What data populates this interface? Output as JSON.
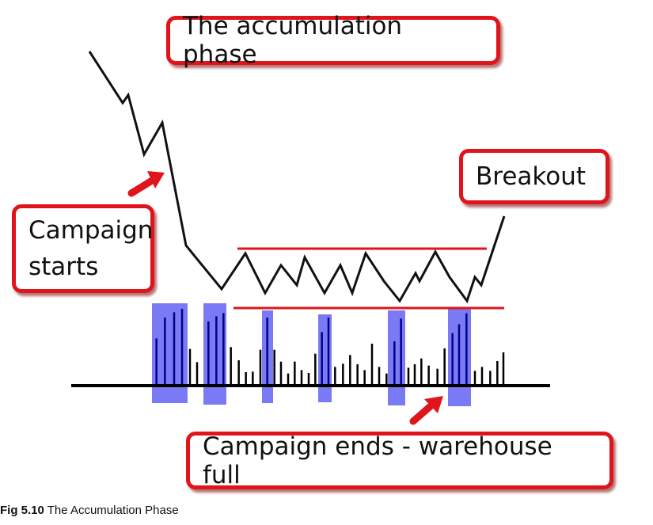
{
  "labels": {
    "title": "The accumulation phase",
    "breakout": "Breakout",
    "campaign_starts": "Campaign starts",
    "campaign_ends": "Campaign ends - warehouse full"
  },
  "caption": {
    "number": "Fig 5.10",
    "text": "The Accumulation Phase"
  },
  "colors": {
    "price_line": "#111111",
    "range_lines": "#e0141b",
    "highlight": "#7a7af5",
    "volume": "#000000",
    "arrows": "#e0141b"
  }
}
